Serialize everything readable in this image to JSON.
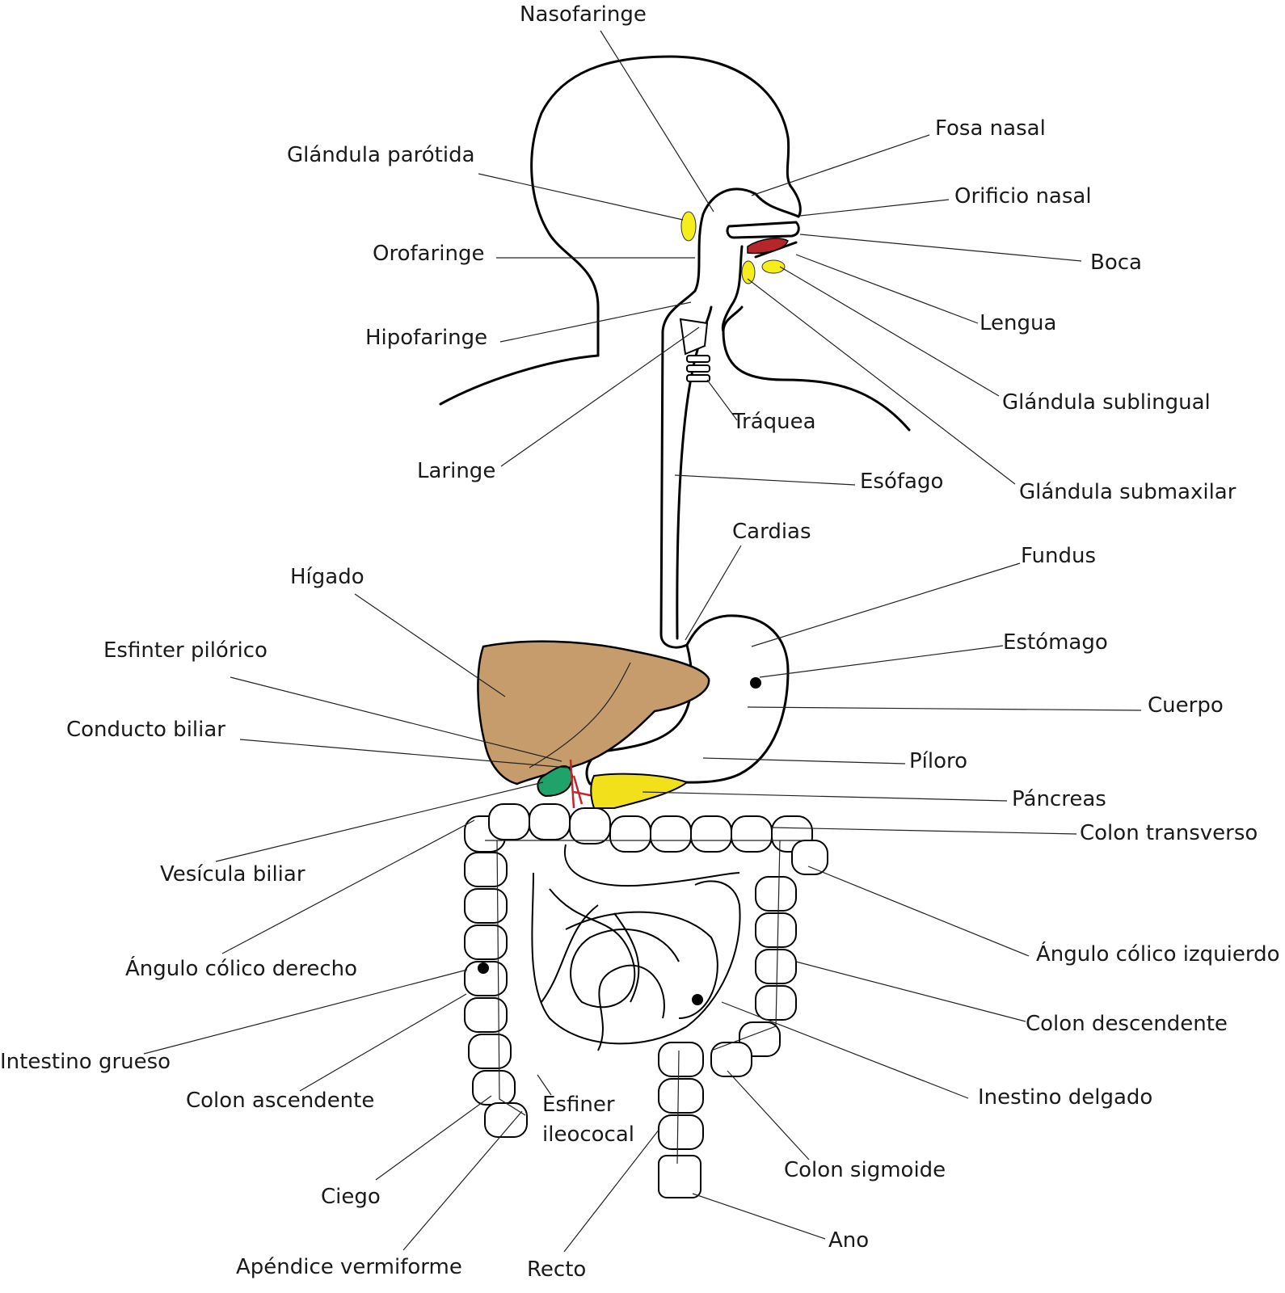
{
  "labels": {
    "nasofaringe": "Nasofaringe",
    "glandula_parotida": "Glándula parótida",
    "fosa_nasal": "Fosa nasal",
    "orificio_nasal": "Orificio nasal",
    "orofaringe": "Orofaringe",
    "boca": "Boca",
    "hipofaringe": "Hipofaringe",
    "lengua": "Lengua",
    "glandula_sublingual": "Glándula sublingual",
    "traquea": "Tráquea",
    "laringe": "Laringe",
    "esofago": "Esófago",
    "glandula_submaxilar": "Glándula submaxilar",
    "cardias": "Cardias",
    "fundus": "Fundus",
    "higado": "Hígado",
    "esfinter_pilorico": "Esfinter pilórico",
    "estomago": "Estómago",
    "cuerpo": "Cuerpo",
    "conducto_biliar": "Conducto biliar",
    "piloro": "Píloro",
    "pancreas": "Páncreas",
    "colon_transverso": "Colon transverso",
    "vesicula_biliar": "Vesícula biliar",
    "angulo_colico_derecho": "Ángulo cólico derecho",
    "angulo_colico_izquierdo": "Ángulo cólico izquierdo",
    "intestino_grueso": "Intestino grueso",
    "colon_descendente": "Colon descendente",
    "colon_ascendente": "Colon ascendente",
    "inestino_delgado": "Inestino delgado",
    "esfiner_ileocecal_1": "Esfiner",
    "esfiner_ileocecal_2": "ileococal",
    "colon_sigmoide": "Colon sigmoide",
    "ciego": "Ciego",
    "ano": "Ano",
    "apendice_vermiforme": "Apéndice vermiforme",
    "recto": "Recto"
  },
  "colors": {
    "liver": "#c69c6d",
    "gallbladder": "#1fa36a",
    "pancreas": "#f2e11a",
    "tongue": "#b5262c",
    "glands": "#f6ee1a",
    "bile_duct": "#c1272d"
  }
}
